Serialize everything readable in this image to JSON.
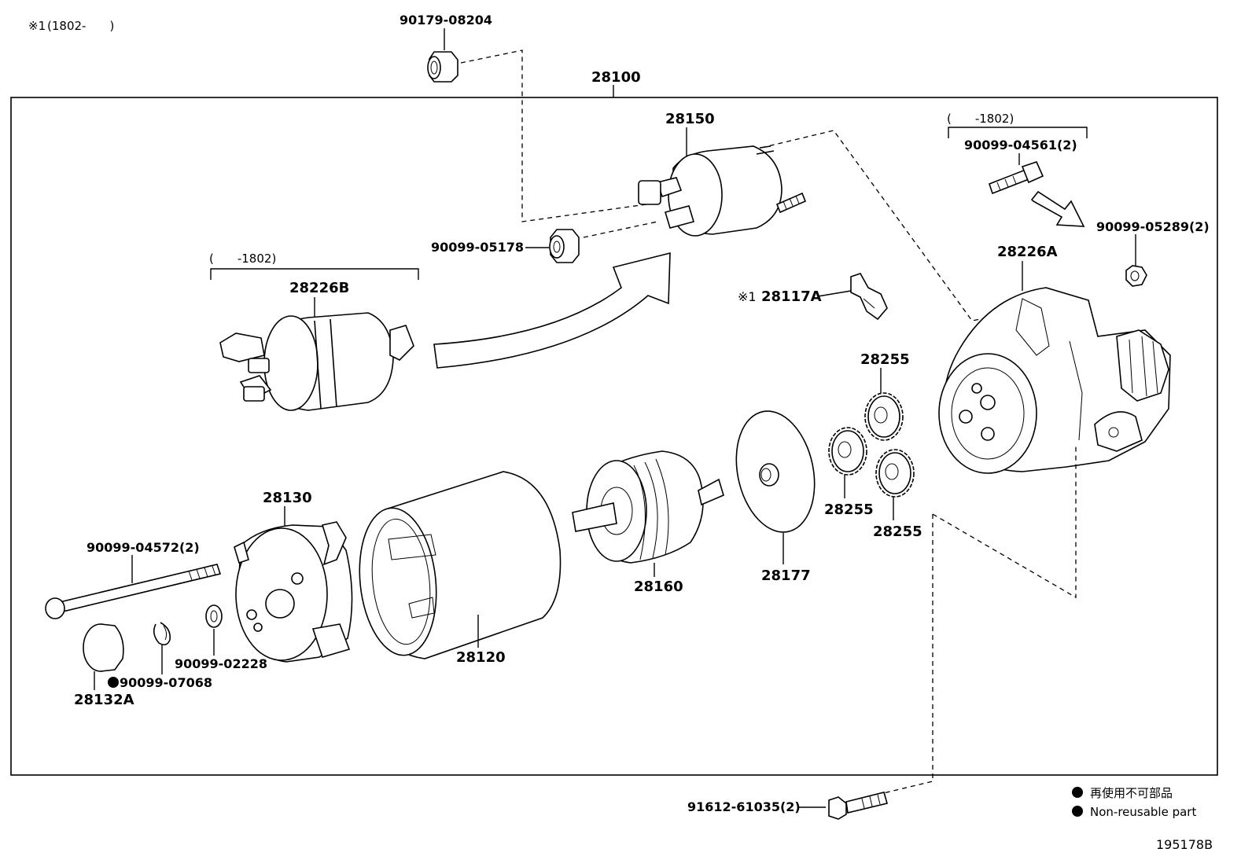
{
  "header": {
    "footnote_mark": "※1",
    "footnote_range": "(1802-　　)"
  },
  "assembly": {
    "part_no": "28100"
  },
  "parts": {
    "p90179_08204": "90179-08204",
    "p28150": "28150",
    "p90099_05178": "90099-05178",
    "range_28226B": "(　　-1802)",
    "p28226B": "28226B",
    "range_90099_04561": "(　　-1802)",
    "p90099_04561": "90099-04561(2)",
    "p90099_05289": "90099-05289(2)",
    "p28226A": "28226A",
    "mark_28117A": "※1",
    "p28117A": "28117A",
    "p28255_a": "28255",
    "p28255_b": "28255",
    "p28255_c": "28255",
    "p28130": "28130",
    "p90099_04572": "90099-04572(2)",
    "p28177": "28177",
    "p28160": "28160",
    "p28120": "28120",
    "p90099_02228": "90099-02228",
    "p90099_07068": "90099-07068",
    "p28132A": "28132A",
    "p91612_61035": "91612-61035(2)"
  },
  "legend": {
    "jp": "再使用不可部品",
    "en": "Non-reusable part"
  },
  "diagram_id": "195178B"
}
